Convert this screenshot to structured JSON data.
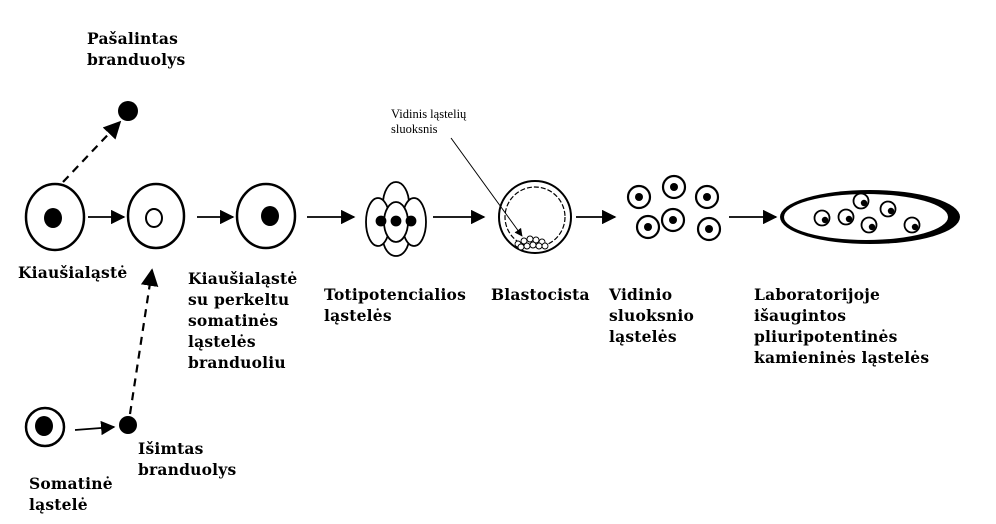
{
  "labels": {
    "removed_nucleus": [
      "Pašalintas",
      "branduolys"
    ],
    "egg_cell": [
      "Kiaušialąstė"
    ],
    "egg_with_transfer": [
      "Kiaušialąstė",
      "su perkeltu",
      "somatinės",
      "ląstelės",
      "branduoliu"
    ],
    "totipotent": [
      "Totipotencialios",
      "ląstelės"
    ],
    "blastocyst": [
      "Blastocista"
    ],
    "inner_layer_cells": [
      "Vidinio",
      "sluoksnio",
      "ląstelės"
    ],
    "lab_grown": [
      "Laboratorijoje",
      "išaugintos",
      "pliuripotentinės",
      "kamieninės ląstelės"
    ],
    "somatic_cell": [
      "Somatinė",
      "ląstelė"
    ],
    "extracted_nucleus": [
      "Išimtas",
      "branduolys"
    ],
    "inner_cell_mass_callout": [
      "Vidinis ląstelių",
      "sluoksnis"
    ]
  }
}
